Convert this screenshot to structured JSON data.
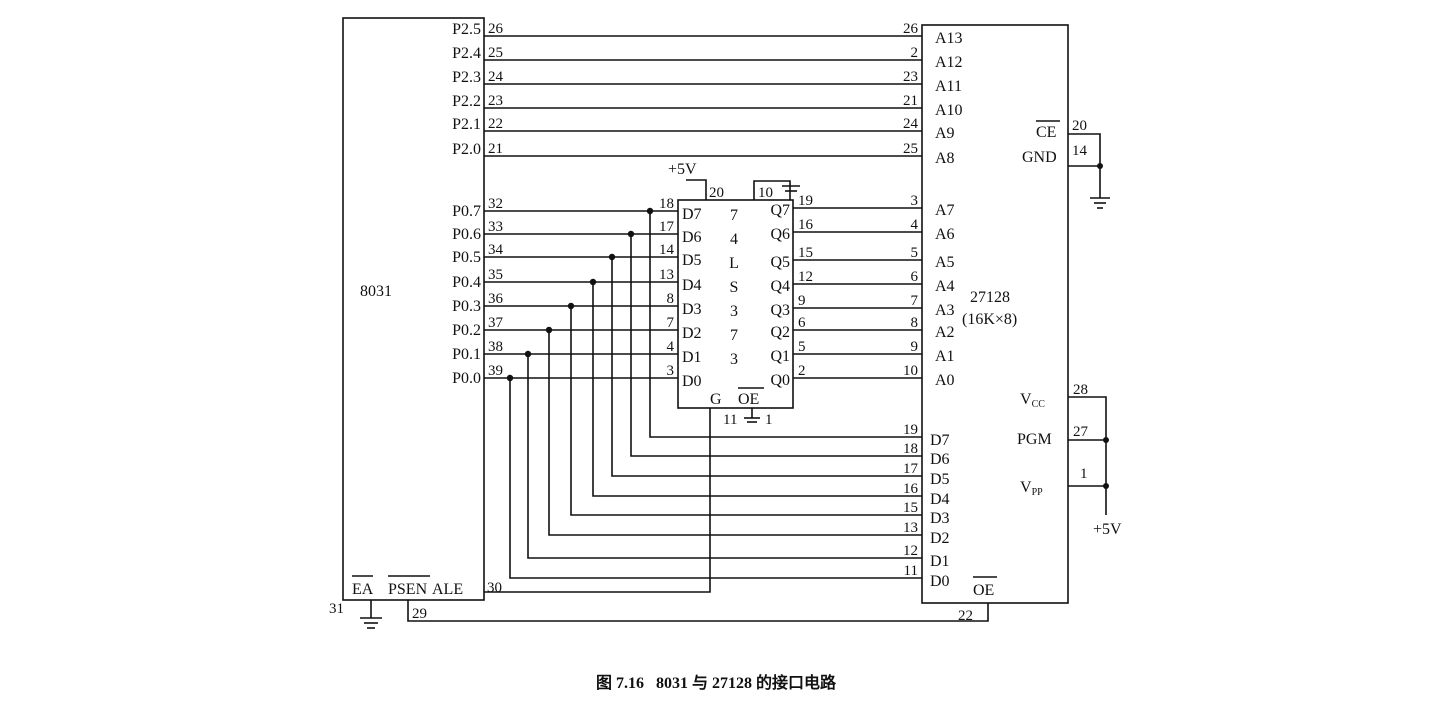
{
  "mcu": {
    "name": "8031",
    "p2_labels": [
      "P2.5",
      "P2.4",
      "P2.3",
      "P2.2",
      "P2.1",
      "P2.0"
    ],
    "p2_pins": [
      "26",
      "25",
      "24",
      "23",
      "22",
      "21"
    ],
    "p0_labels": [
      "P0.7",
      "P0.6",
      "P0.5",
      "P0.4",
      "P0.3",
      "P0.2",
      "P0.1",
      "P0.0"
    ],
    "p0_pins": [
      "32",
      "33",
      "34",
      "35",
      "36",
      "37",
      "38",
      "39"
    ],
    "ea": "EA",
    "psen": "PSEN",
    "ale": "ALE",
    "ea_pin": "31",
    "psen_pin": "29",
    "ale_pin": "30"
  },
  "latch": {
    "name_chars": [
      "7",
      "4",
      "L",
      "S",
      "3",
      "7",
      "3"
    ],
    "d_labels": [
      "D7",
      "D6",
      "D5",
      "D4",
      "D3",
      "D2",
      "D1",
      "D0"
    ],
    "d_pins": [
      "18",
      "17",
      "14",
      "13",
      "8",
      "7",
      "4",
      "3"
    ],
    "q_labels": [
      "Q7",
      "Q6",
      "Q5",
      "Q4",
      "Q3",
      "Q2",
      "Q1",
      "Q0"
    ],
    "q_pins": [
      "19",
      "16",
      "15",
      "12",
      "9",
      "6",
      "5",
      "2"
    ],
    "g": "G",
    "oe": "OE",
    "g_pin": "11",
    "oe_pin": "1",
    "vcc_pin": "20",
    "gnd_pin": "10",
    "supply": "+5V"
  },
  "eprom": {
    "name": "27128",
    "size": "(16K×8)",
    "high_addr_labels": [
      "A13",
      "A12",
      "A11",
      "A10",
      "A9",
      "A8"
    ],
    "high_addr_pins": [
      "26",
      "2",
      "23",
      "21",
      "24",
      "25"
    ],
    "low_addr_labels": [
      "A7",
      "A6",
      "A5",
      "A4",
      "A3",
      "A2",
      "A1",
      "A0"
    ],
    "low_addr_pins": [
      "3",
      "4",
      "5",
      "6",
      "7",
      "8",
      "9",
      "10"
    ],
    "data_labels": [
      "D7",
      "D6",
      "D5",
      "D4",
      "D3",
      "D2",
      "D1",
      "D0"
    ],
    "data_pins": [
      "19",
      "18",
      "17",
      "16",
      "15",
      "13",
      "12",
      "11"
    ],
    "ce": "CE",
    "ce_pin": "20",
    "gnd": "GND",
    "gnd_pin": "14",
    "vcc": "V",
    "vcc_sub": "CC",
    "vcc_pin": "28",
    "pgm": "PGM",
    "pgm_pin": "27",
    "vpp": "V",
    "vpp_sub": "PP",
    "vpp_pin": "1",
    "oe": "OE",
    "oe_pin": "22",
    "supply": "+5V"
  },
  "caption": "图 7.16   8031 与 27128 的接口电路"
}
